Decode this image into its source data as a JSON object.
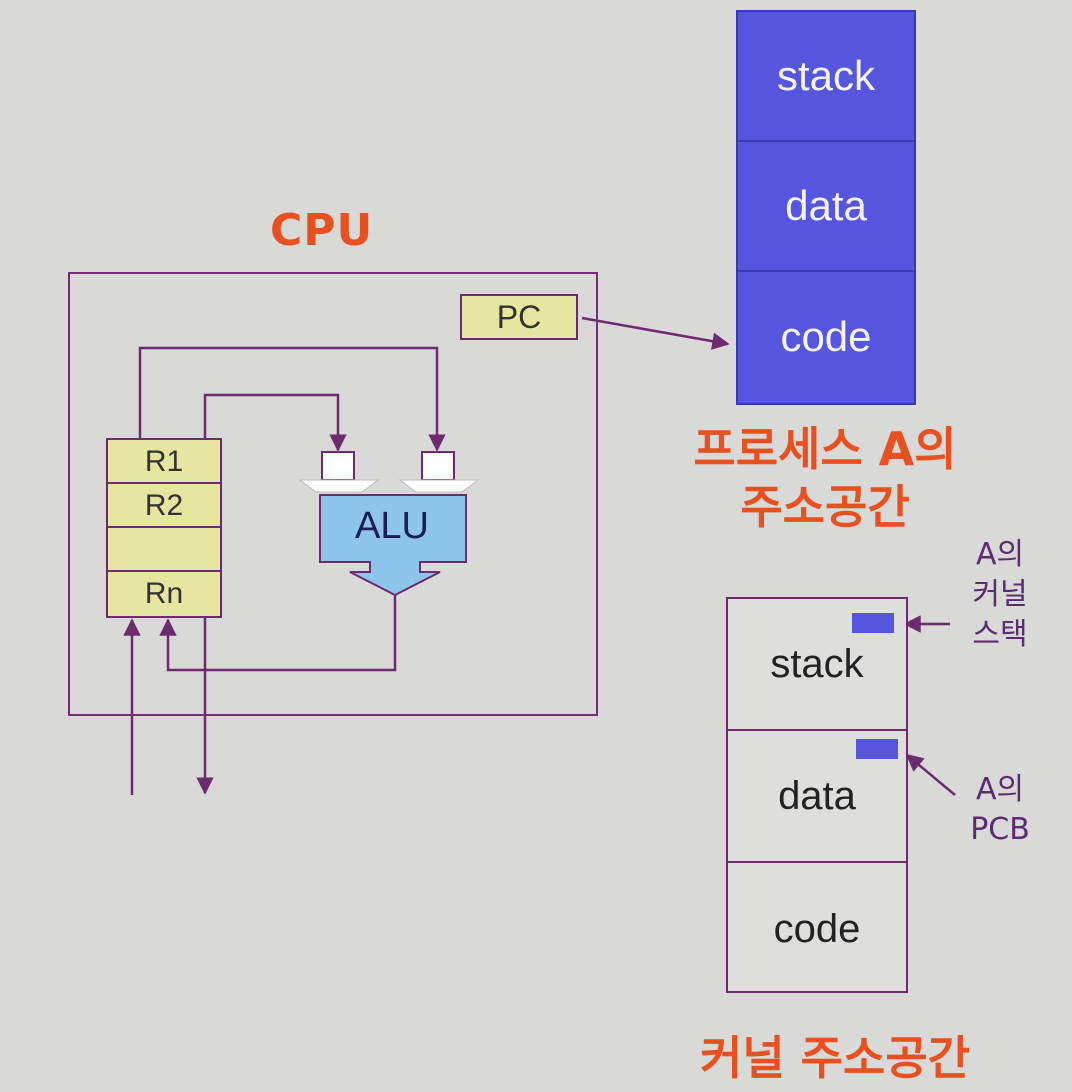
{
  "cpu": {
    "title": "CPU",
    "pc_label": "PC",
    "registers": [
      "R1",
      "R2",
      "",
      "Rn"
    ],
    "alu_label": "ALU"
  },
  "process_space": {
    "segments": [
      "stack",
      "data",
      "code"
    ],
    "label_line1": "프로세스 A의",
    "label_line2": "주소공간"
  },
  "kernel_space": {
    "segments": [
      "stack",
      "data",
      "code"
    ],
    "label": "커널 주소공간",
    "kstack_label": [
      "A의",
      "커널",
      "스택"
    ],
    "pcb_label": [
      "A의",
      "PCB"
    ]
  },
  "colors": {
    "background": "#d9d9d7",
    "title": "#e8501f",
    "line": "#7a2a7a",
    "register_fill": "#e6e6a0",
    "alu_fill": "#8ec5ec",
    "memory_fill": "#5555dd"
  }
}
